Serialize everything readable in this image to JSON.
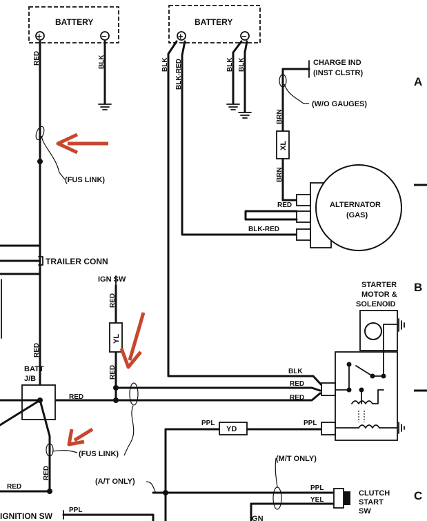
{
  "zones": [
    "A",
    "B",
    "C"
  ],
  "batteries": [
    {
      "label": "BATTERY",
      "pos": "+",
      "neg": "−"
    },
    {
      "label": "BATTERY",
      "pos": "+",
      "neg": "−"
    }
  ],
  "wires": {
    "red": "RED",
    "blk": "BLK",
    "blk_red": "BLK-RED",
    "brn": "BRN",
    "ppl": "PPL",
    "yel": "YEL"
  },
  "labels": {
    "charge_ind_1": "CHARGE IND",
    "charge_ind_2": "(INST CLSTR)",
    "wo_gauges": "(W/O GAUGES)",
    "fus_link": "(FUS LINK)",
    "fus_link_2": "(FUS LINK)",
    "trailer_conn": "TRAILER CONN",
    "ign_sw": "IGN SW",
    "ign_sw_bottom": "IGNITION SW",
    "ign_bottom": "IGN",
    "batt_jb_1": "BATT",
    "batt_jb_2": "J/B",
    "alternator_1": "ALTERNATOR",
    "alternator_2": "(GAS)",
    "starter_1": "STARTER",
    "starter_2": "MOTOR &",
    "starter_3": "SOLENOID",
    "at_only": "(A/T ONLY)",
    "mt_only": "(M/T ONLY)",
    "clutch_1": "CLUTCH",
    "clutch_2": "START",
    "clutch_3": "SW"
  },
  "components": {
    "xl": "XL",
    "yl": "YL",
    "yd": "YD"
  },
  "colors": {
    "ink": "#111111",
    "annotation_arrow": "#c8462e",
    "background": "#ffffff"
  }
}
